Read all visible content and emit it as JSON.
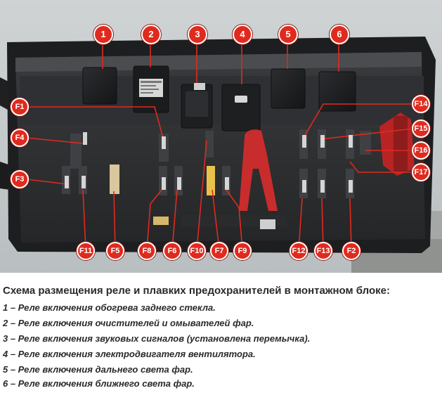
{
  "photo": {
    "relay_labels": [
      "1",
      "2",
      "3",
      "4",
      "5",
      "6"
    ],
    "fuse_labels": [
      "F1",
      "F2",
      "F3",
      "F4",
      "F5",
      "F6",
      "F7",
      "F8",
      "F9",
      "F10",
      "F11",
      "F12",
      "F13",
      "F14",
      "F15",
      "F16",
      "F17"
    ]
  },
  "caption": {
    "title": "Схема размещения реле и плавких предохранителей в монтажном блоке:",
    "items": [
      "1 – Реле включения обогрева заднего стекла.",
      "2 – Реле включения очистителей и омывателей фар.",
      "3 – Реле включения звуковых сигналов (установлена перемычка).",
      "4 – Реле включения электродвигателя вентилятора.",
      "5 – Реле включения дальнего света фар.",
      "6 – Реле включения ближнего света фар."
    ]
  }
}
